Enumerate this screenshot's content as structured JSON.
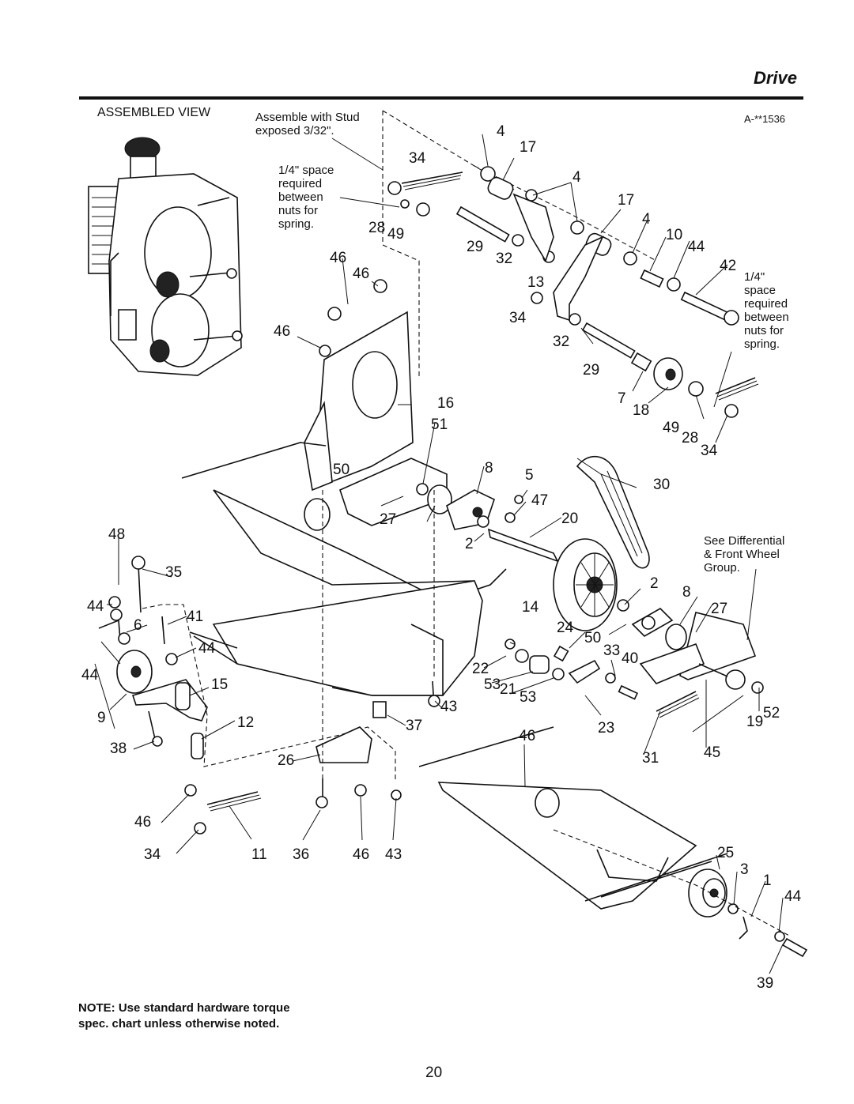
{
  "header": {
    "section_title": "Drive",
    "assembled_view_label": "ASSEMBLED VIEW",
    "drawing_code": "A-**1536"
  },
  "callouts": {
    "stud_note": [
      "Assemble with Stud",
      "exposed 3/32\"."
    ],
    "space_note_left": [
      "1/4\" space",
      "required",
      "between",
      "nuts for",
      "spring."
    ],
    "space_note_right": [
      "1/4\"",
      "space",
      "required",
      "between",
      "nuts for",
      "spring."
    ],
    "differential_note": [
      "See Differential",
      "& Front Wheel",
      "Group."
    ]
  },
  "part_numbers": [
    "4",
    "17",
    "34",
    "4",
    "17",
    "28",
    "49",
    "4",
    "10",
    "44",
    "29",
    "32",
    "42",
    "46",
    "46",
    "13",
    "34",
    "32",
    "46",
    "29",
    "7",
    "18",
    "49",
    "28",
    "34",
    "16",
    "51",
    "8",
    "5",
    "50",
    "47",
    "30",
    "27",
    "20",
    "2",
    "48",
    "35",
    "44",
    "6",
    "41",
    "2",
    "44",
    "14",
    "8",
    "27",
    "24",
    "50",
    "33",
    "40",
    "44",
    "22",
    "53",
    "21",
    "53",
    "15",
    "9",
    "12",
    "43",
    "38",
    "37",
    "23",
    "19",
    "52",
    "46",
    "26",
    "31",
    "45",
    "46",
    "34",
    "11",
    "36",
    "46",
    "43",
    "25",
    "3",
    "1",
    "44",
    "39"
  ],
  "note": [
    "NOTE: Use standard hardware torque",
    "spec. chart unless otherwise noted."
  ],
  "page_number": "20"
}
